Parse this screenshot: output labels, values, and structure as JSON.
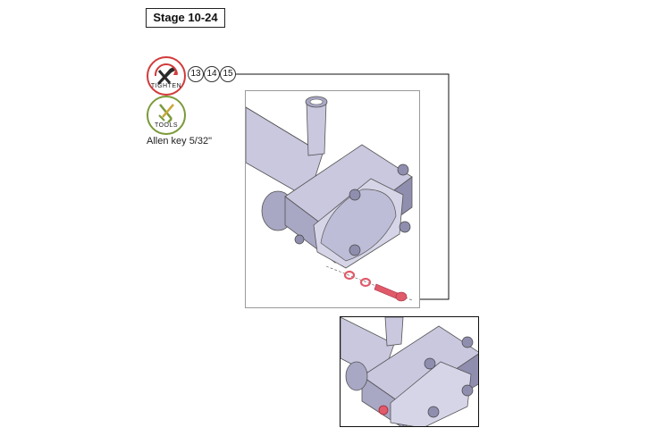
{
  "stage_label": "Stage 10-24",
  "badges": {
    "tighten": {
      "label": "TIGHTEN",
      "color": "#d23a3a",
      "icon": "wrench-icon"
    },
    "tools": {
      "label": "TOOLS",
      "color": "#7a9a3a",
      "icon": "allen-key-icon"
    }
  },
  "tool_caption": "Allen key 5/32\"",
  "step_numbers": [
    "13",
    "14",
    "15"
  ],
  "colors": {
    "part_fill": "#c9c8df",
    "part_shade": "#a8a7c4",
    "part_dark": "#8f8eae",
    "bolt_red": "#e05a6a"
  }
}
